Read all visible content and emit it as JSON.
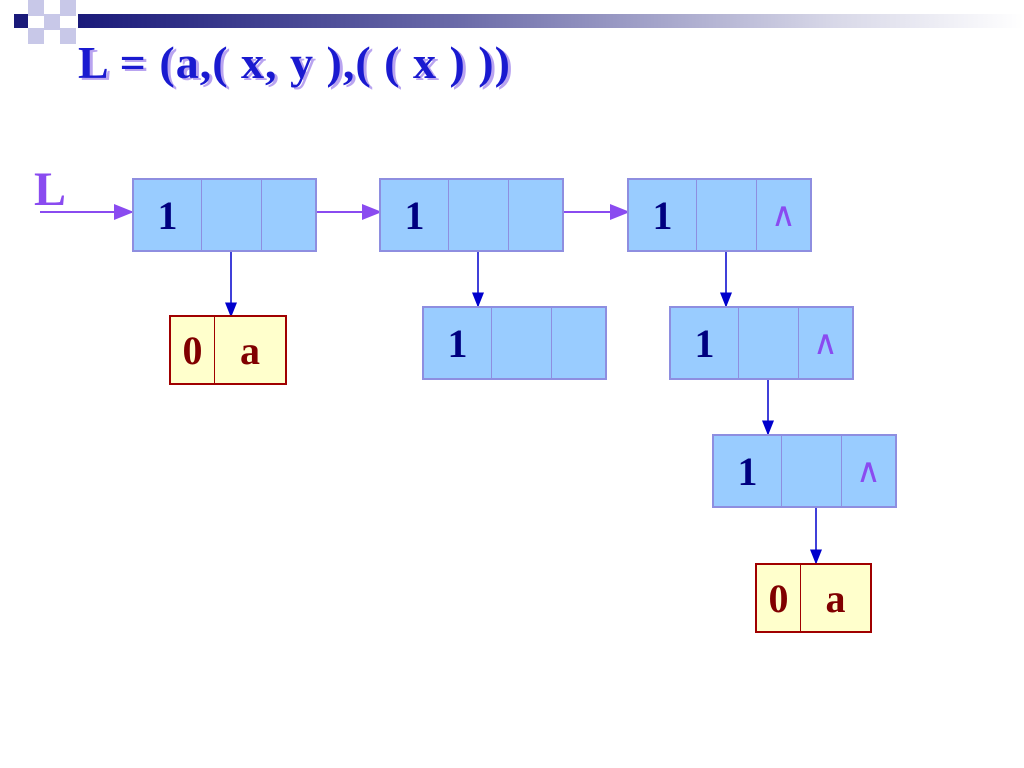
{
  "title": {
    "prefix": "L = ( ",
    "atom_a": "a",
    "sep1": ", ",
    "sub1": "( x, y )",
    "sep2": ", ",
    "sub2": "( ( x ) )",
    "suffix": " )"
  },
  "head_pointer_label": "L",
  "nodes": [
    {
      "id": "n1",
      "tag": "1",
      "tail": ""
    },
    {
      "id": "n2",
      "tag": "1",
      "tail": ""
    },
    {
      "id": "n3",
      "tag": "1",
      "tail": "∧"
    },
    {
      "id": "n4",
      "tag": "1",
      "tail": ""
    },
    {
      "id": "n5",
      "tag": "1",
      "tail": "∧"
    },
    {
      "id": "n6",
      "tag": "1",
      "tail": "∧"
    }
  ],
  "atoms": [
    {
      "id": "a1",
      "tag": "0",
      "value": "a"
    },
    {
      "id": "a2",
      "tag": "0",
      "value": "a"
    }
  ],
  "colors": {
    "node_fill": "#99ccff",
    "atom_fill": "#ffffcc",
    "atom_border": "#a00000",
    "list_arrow": "#8a4bf0",
    "head_arrow": "#0000cc"
  }
}
